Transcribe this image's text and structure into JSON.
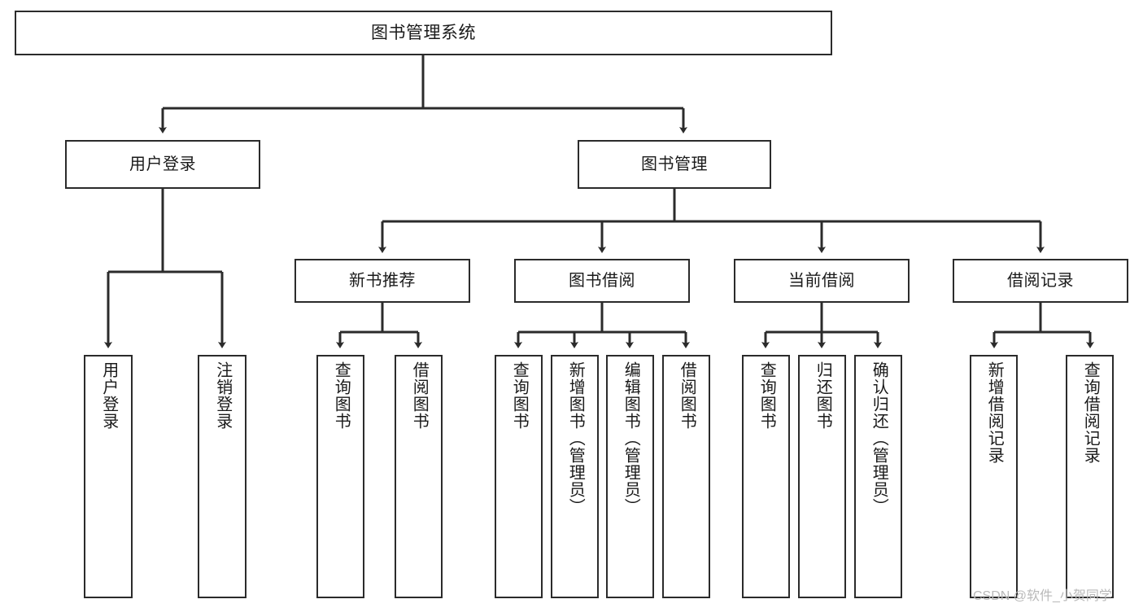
{
  "diagram": {
    "type": "tree-hierarchy",
    "title": "图书管理系统",
    "orientation": "top-down",
    "colors": {
      "box_border": "#2b2b2b",
      "box_fill": "#ffffff",
      "connector": "#2b2b2b",
      "text": "#1a1a1a",
      "watermark": "#b9b9b9",
      "background": "#ffffff"
    },
    "nodes": {
      "root": {
        "id": "root",
        "label": "图书管理系统",
        "level": 0
      },
      "level1": [
        {
          "id": "user-login",
          "label": "用户登录",
          "level": 1
        },
        {
          "id": "book-manage",
          "label": "图书管理",
          "level": 1
        }
      ],
      "level2": [
        {
          "id": "new-book-recommend",
          "label": "新书推荐",
          "level": 2,
          "parent": "book-manage"
        },
        {
          "id": "book-borrow",
          "label": "图书借阅",
          "level": 2,
          "parent": "book-manage"
        },
        {
          "id": "current-borrow",
          "label": "当前借阅",
          "level": 2,
          "parent": "book-manage"
        },
        {
          "id": "borrow-record",
          "label": "借阅记录",
          "level": 2,
          "parent": "book-manage"
        }
      ],
      "leaves": [
        {
          "id": "leaf-user-login",
          "label": "用户登录",
          "parent": "user-login"
        },
        {
          "id": "leaf-user-logout",
          "label": "注销登录",
          "parent": "user-login"
        },
        {
          "id": "leaf-query-book-1",
          "label": "查询图书",
          "parent": "new-book-recommend"
        },
        {
          "id": "leaf-borrow-book-1",
          "label": "借阅图书",
          "parent": "new-book-recommend"
        },
        {
          "id": "leaf-query-book-2",
          "label": "查询图书",
          "parent": "book-borrow"
        },
        {
          "id": "leaf-add-book",
          "label": "新增图书（管理员）",
          "parent": "book-borrow"
        },
        {
          "id": "leaf-edit-book",
          "label": "编辑图书（管理员）",
          "parent": "book-borrow"
        },
        {
          "id": "leaf-borrow-book-2",
          "label": "借阅图书",
          "parent": "book-borrow"
        },
        {
          "id": "leaf-query-book-3",
          "label": "查询图书",
          "parent": "current-borrow"
        },
        {
          "id": "leaf-return-book",
          "label": "归还图书",
          "parent": "current-borrow"
        },
        {
          "id": "leaf-confirm-return",
          "label": "确认归还（管理员）",
          "parent": "current-borrow"
        },
        {
          "id": "leaf-add-borrow-record",
          "label": "新增借阅记录",
          "parent": "borrow-record"
        },
        {
          "id": "leaf-query-borrow-record",
          "label": "查询借阅记录",
          "parent": "borrow-record"
        }
      ]
    }
  },
  "watermark": {
    "text": "CSDN @软件_小贺同学"
  }
}
